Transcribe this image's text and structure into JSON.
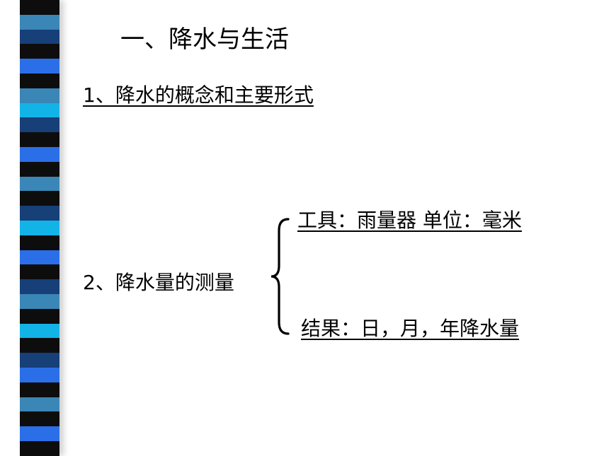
{
  "slide": {
    "title": "一、降水与生活",
    "item1": "1、降水的概念和主要形式",
    "item2": "2、降水量的测量",
    "measurement": {
      "tool_line": "工具：雨量器  单位：毫米",
      "result_line": "结果：日，月，年降水量"
    }
  },
  "decoration": {
    "stripe_colors": [
      "#0d0d0d",
      "#3a86b6",
      "#173f78",
      "#2b6fe8",
      "#12b4e8"
    ],
    "stripe_pattern": [
      0,
      1,
      2,
      0,
      3,
      0,
      1,
      4,
      2,
      0,
      3,
      0,
      1,
      0,
      2,
      4,
      0,
      3,
      0,
      2,
      1,
      0,
      4,
      0,
      2,
      3,
      0,
      1,
      0,
      3,
      0
    ]
  }
}
